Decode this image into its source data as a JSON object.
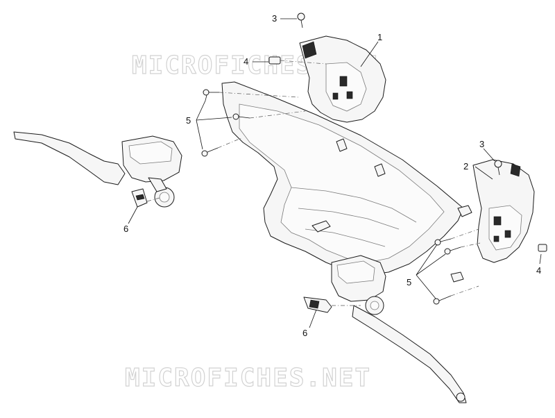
{
  "watermark_top": "MICROFICHES.NET",
  "watermark_bottom": "MICROFICHES.NET",
  "callouts": {
    "c1": "1",
    "c2": "2",
    "c3a": "3",
    "c3b": "3",
    "c4a": "4",
    "c4b": "4",
    "c5a": "5",
    "c5b": "5",
    "c6a": "6",
    "c6b": "6"
  }
}
